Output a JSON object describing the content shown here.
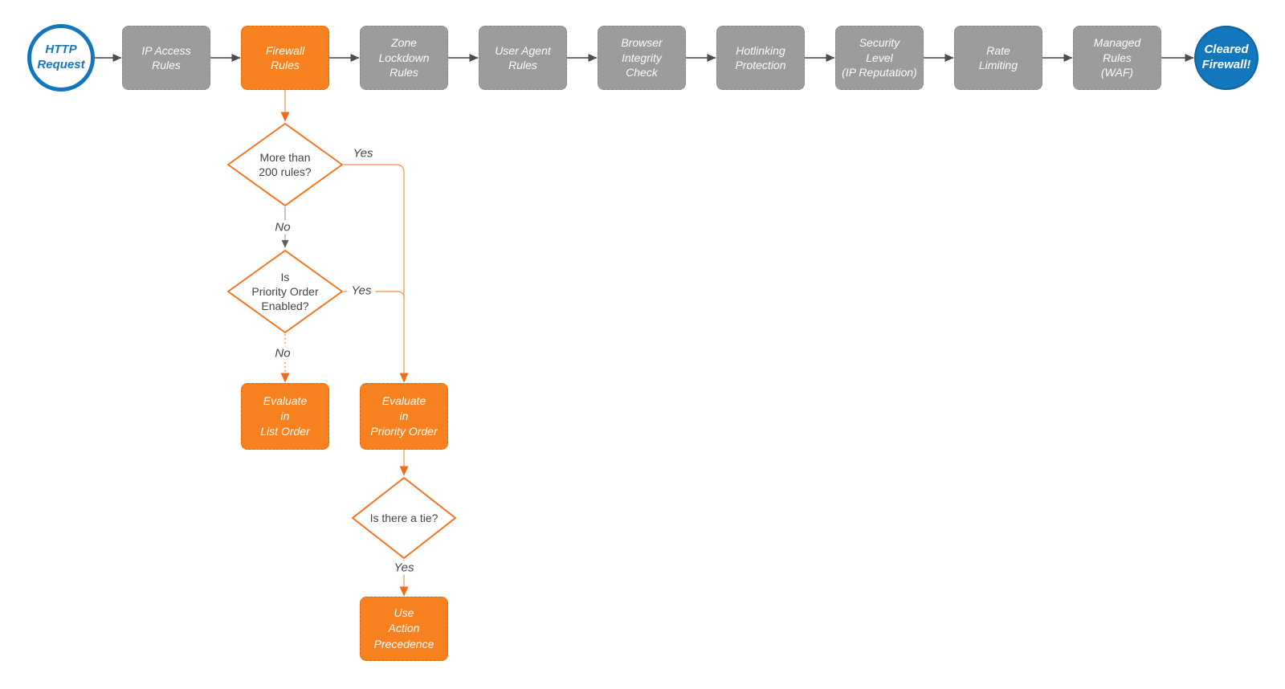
{
  "colors": {
    "node_orange": "#F8811F",
    "node_gray": "#9C9C9C",
    "brand_blue": "#1277BD",
    "edge_gray": "#5E5E5E",
    "arrow_gray": "#4D4D4D",
    "edge_orange": "#F7A066",
    "arrow_orange": "#F26A1B",
    "edge_light_gray": "#ABABAB",
    "diamond_stroke": "#F4731F",
    "label_text": "#454545"
  },
  "flow": {
    "start": {
      "label": "HTTP\nRequest"
    },
    "steps": [
      {
        "label": "IP Access\nRules",
        "highlight": false
      },
      {
        "label": "Firewall\nRules",
        "highlight": true
      },
      {
        "label": "Zone\nLockdown\nRules",
        "highlight": false
      },
      {
        "label": "User Agent\nRules",
        "highlight": false
      },
      {
        "label": "Browser\nIntegrity\nCheck",
        "highlight": false
      },
      {
        "label": "Hotlinking\nProtection",
        "highlight": false
      },
      {
        "label": "Security\nLevel\n(IP Reputation)",
        "highlight": false
      },
      {
        "label": "Rate\nLimiting",
        "highlight": false
      },
      {
        "label": "Managed\nRules\n(WAF)",
        "highlight": false
      }
    ],
    "end": {
      "label": "Cleared\nFirewall!"
    }
  },
  "decisions": {
    "more_rules": {
      "label": "More than\n200 rules?",
      "yes": "Yes",
      "no": "No"
    },
    "priority_enabled": {
      "label": "Is\nPriority Order\nEnabled?",
      "yes": "Yes",
      "no": "No"
    },
    "tie": {
      "label": "Is there a tie?",
      "yes": "Yes"
    }
  },
  "actions": {
    "list_order": {
      "label": "Evaluate\nin\nList Order"
    },
    "priority_order": {
      "label": "Evaluate\nin\nPriority Order"
    },
    "action_precedence": {
      "label": "Use\nAction\nPrecedence"
    }
  }
}
